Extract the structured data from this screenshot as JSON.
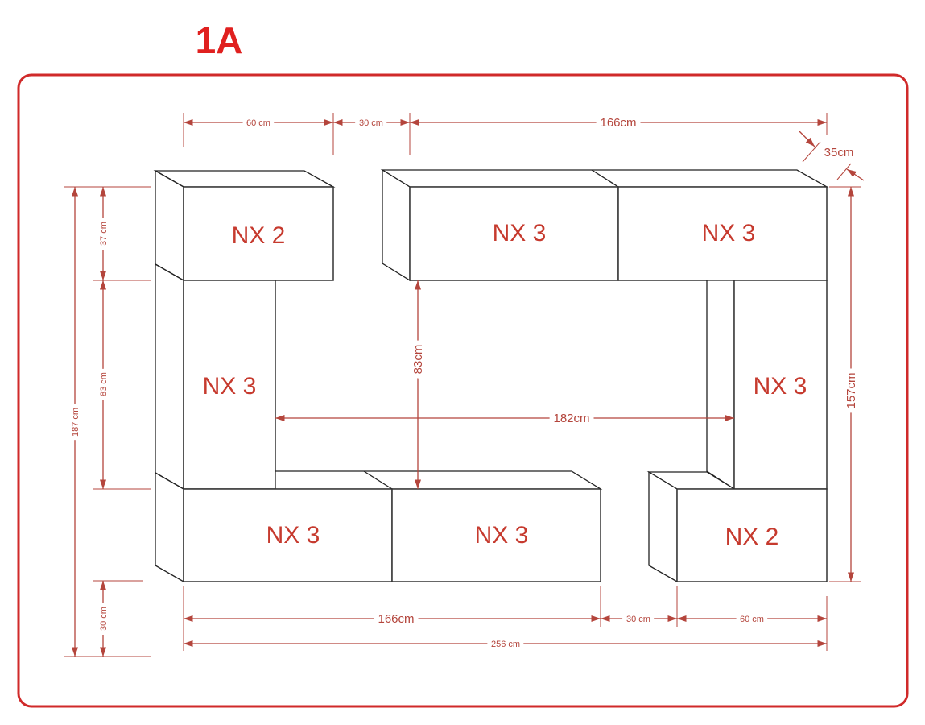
{
  "title": "1A",
  "colors": {
    "frame": "#d02a2a",
    "dimension": "#b4453c",
    "label": "#c63a2e",
    "title": "#e0201f"
  },
  "modules": {
    "top_left": "NX 2",
    "left_vertical": "NX 3",
    "bottom_left": "NX 3",
    "bottom_middle": "NX 3",
    "top_right_a": "NX 3",
    "top_right_b": "NX 3",
    "right_vertical": "NX 3",
    "bottom_right": "NX 2"
  },
  "dimensions": {
    "top_60": "60 cm",
    "top_30": "30 cm",
    "top_166": "166cm",
    "depth": "35cm",
    "left_total": "187 cm",
    "left_37": "37 cm",
    "left_83": "83 cm",
    "left_30": "30 cm",
    "right_157": "157cm",
    "middle_83": "83cm",
    "middle_182": "182cm",
    "bottom_166": "166cm",
    "bottom_30": "30 cm",
    "bottom_60": "60 cm",
    "bottom_total": "256 cm"
  }
}
